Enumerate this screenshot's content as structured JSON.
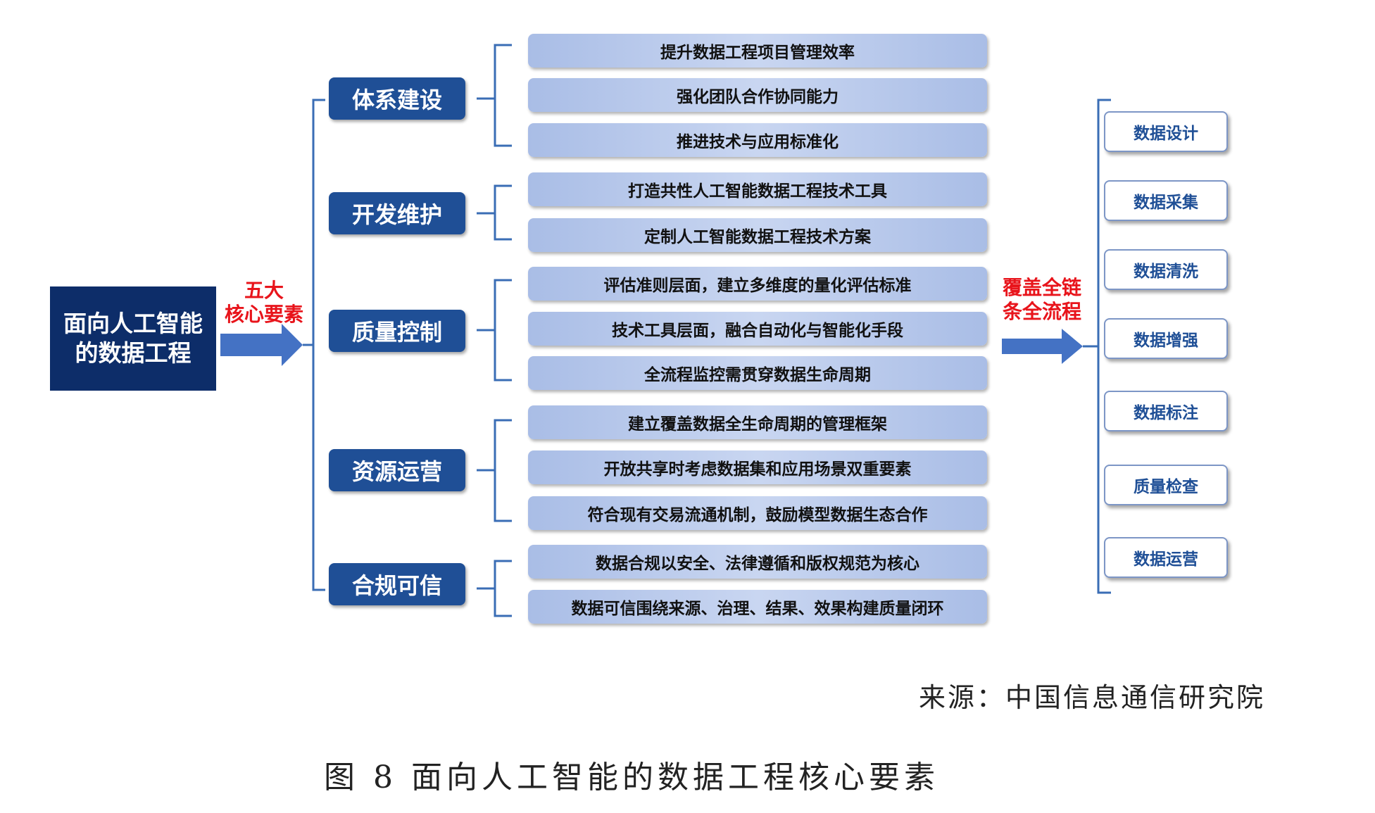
{
  "root": {
    "line1": "面向人工智能",
    "line2": "的数据工程"
  },
  "left_label": {
    "line1": "五大",
    "line2": "核心要素"
  },
  "right_label": {
    "line1": "覆盖全链",
    "line2": "条全流程"
  },
  "categories": [
    {
      "label": "体系建设",
      "items": [
        "提升数据工程项目管理效率",
        "强化团队合作协同能力",
        "推进技术与应用标准化"
      ]
    },
    {
      "label": "开发维护",
      "items": [
        "打造共性人工智能数据工程技术工具",
        "定制人工智能数据工程技术方案"
      ]
    },
    {
      "label": "质量控制",
      "items": [
        "评估准则层面，建立多维度的量化评估标准",
        "技术工具层面，融合自动化与智能化手段",
        "全流程监控需贯穿数据生命周期"
      ]
    },
    {
      "label": "资源运营",
      "items": [
        "建立覆盖数据全生命周期的管理框架",
        "开放共享时考虑数据集和应用场景双重要素",
        "符合现有交易流通机制，鼓励模型数据生态合作"
      ]
    },
    {
      "label": "合规可信",
      "items": [
        "数据合规以安全、法律遵循和版权规范为核心",
        "数据可信围绕来源、治理、结果、效果构建质量闭环"
      ]
    }
  ],
  "stages": [
    "数据设计",
    "数据采集",
    "数据清洗",
    "数据增强",
    "数据标注",
    "质量检查",
    "数据运营"
  ],
  "source": "来源：中国信息通信研究院",
  "caption": "图 8 面向人工智能的数据工程核心要素",
  "colors": {
    "navy": "#0d2d69",
    "category": "#1f4f96",
    "arrow": "#4472c4",
    "red": "#e8141b",
    "item_fill": "#b8c9ec",
    "bracket": "#3a6db5"
  }
}
